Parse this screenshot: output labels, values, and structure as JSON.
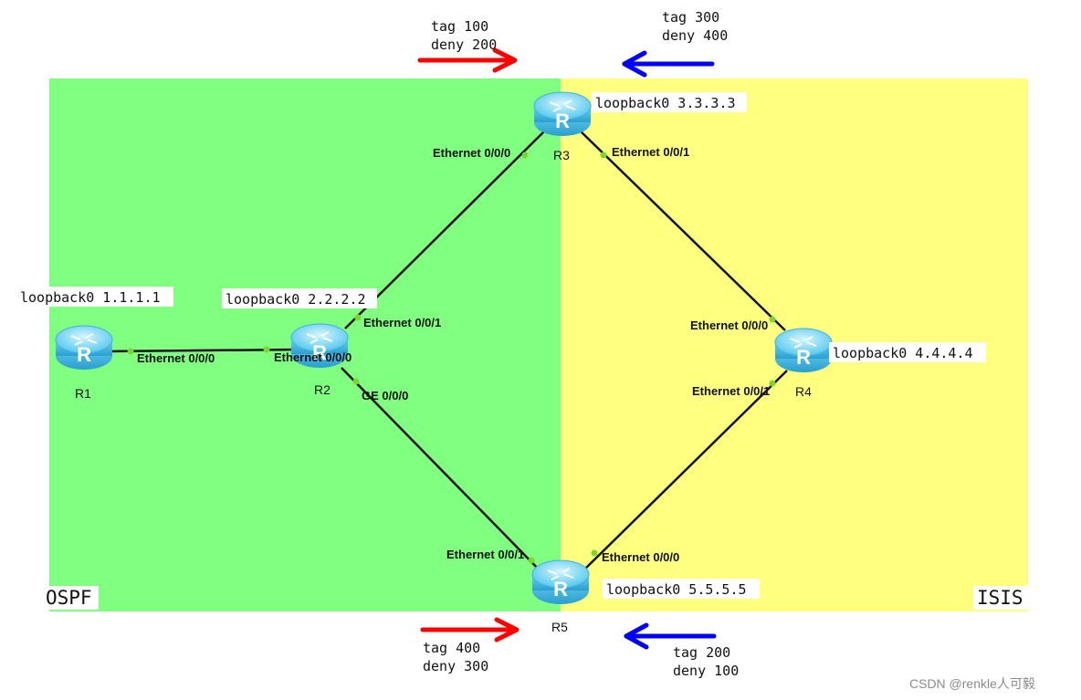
{
  "areas": {
    "left": {
      "name": "OSPF",
      "color": "#80ff80"
    },
    "right": {
      "name": "ISIS",
      "color": "#ffff80"
    }
  },
  "routers": [
    {
      "id": "R1",
      "name": "R1",
      "loopback": "loopback0 1.1.1.1"
    },
    {
      "id": "R2",
      "name": "R2",
      "loopback": "loopback0 2.2.2.2"
    },
    {
      "id": "R3",
      "name": "R3",
      "loopback": "loopback0 3.3.3.3"
    },
    {
      "id": "R4",
      "name": "R4",
      "loopback": "loopback0 4.4.4.4"
    },
    {
      "id": "R5",
      "name": "R5",
      "loopback": "loopback0 5.5.5.5"
    }
  ],
  "links": [
    {
      "from": "R1",
      "to": "R2",
      "from_iface": "Ethernet 0/0/0",
      "to_iface": "Ethernet 0/0/0"
    },
    {
      "from": "R2",
      "to": "R3",
      "from_iface": "Ethernet 0/0/1",
      "to_iface": "Ethernet 0/0/0"
    },
    {
      "from": "R2",
      "to": "R5",
      "from_iface": "GE 0/0/0",
      "to_iface": "Ethernet 0/0/1"
    },
    {
      "from": "R3",
      "to": "R4",
      "from_iface": "Ethernet 0/0/1",
      "to_iface": "Ethernet 0/0/0"
    },
    {
      "from": "R5",
      "to": "R4",
      "from_iface": "Ethernet 0/0/0",
      "to_iface": "Ethernet 0/0/1"
    }
  ],
  "policies": [
    {
      "id": "top-red",
      "line1": "tag 100",
      "line2": "deny 200",
      "color": "#ff0000",
      "direction": "right"
    },
    {
      "id": "top-blue",
      "line1": "tag 300",
      "line2": "deny 400",
      "color": "#0000ff",
      "direction": "left"
    },
    {
      "id": "bottom-red",
      "line1": "tag 400",
      "line2": "deny 300",
      "color": "#ff0000",
      "direction": "right"
    },
    {
      "id": "bottom-blue",
      "line1": "tag 200",
      "line2": "deny 100",
      "color": "#0000ff",
      "direction": "left"
    }
  ],
  "router_icon": {
    "name": "router-icon",
    "color": "#55c8ee",
    "letter": "R"
  },
  "link_color": "#111111",
  "port_dot_color": "#7dd630",
  "watermark": "CSDN @renkle人可毅"
}
